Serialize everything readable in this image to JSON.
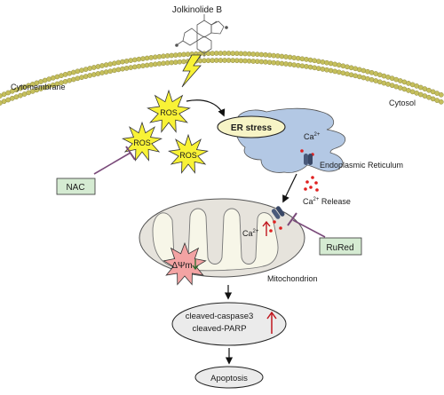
{
  "labels": {
    "compound": "Jolkinolide B",
    "cytomembrane": "Cytomembrane",
    "cytosol": "Cytosol",
    "ros": "ROS",
    "er_stress": "ER stress",
    "ca_er": "Ca",
    "ca_er_sup": "2+",
    "er_name": "Endoplasmic Reticulum",
    "ca_release": "Ca",
    "ca_release_sup": "2+",
    "ca_release_suffix": " Release",
    "ca_mito": "Ca",
    "ca_mito_sup": "2+",
    "mmp": "ΔΨm",
    "mitochondrion": "Mitochondrion",
    "nac": "NAC",
    "rured": "RuRed",
    "caspase": "cleaved-caspase3",
    "parp": "cleaved-PARP",
    "apoptosis": "Apoptosis"
  },
  "colors": {
    "membrane": "#c5bf5c",
    "ros_star": "#f8f236",
    "er": "#b3c8e4",
    "inhibitor_box": "#d5ebd2",
    "mito_outer": "#e6e3dc",
    "mito_inner": "#f7f6e8",
    "mmp_star": "#f3a3a3",
    "arrow_up": "#c0171f",
    "calcium_dot": "#e02020",
    "channel": "#4a5a7a"
  }
}
